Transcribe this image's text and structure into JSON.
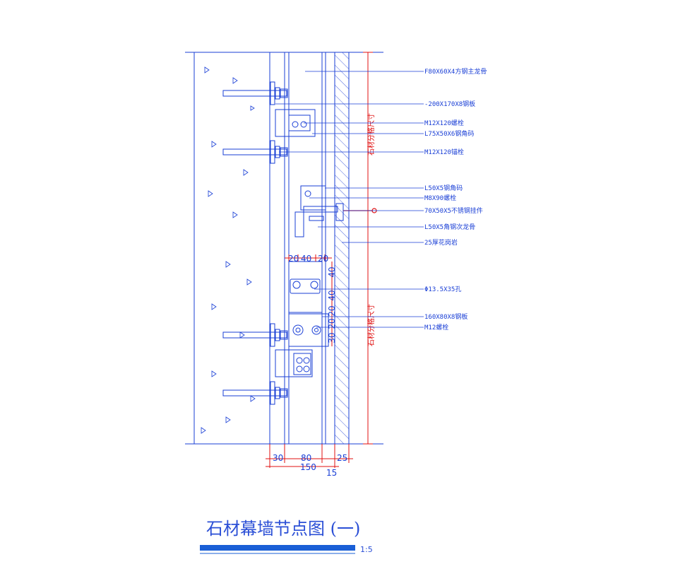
{
  "colors": {
    "line": "#1a3fd6",
    "dimension": "#e01010",
    "title_bar": "#1a5fd6"
  },
  "title": "石材幕墙节点图 (一)",
  "scale": "1:5",
  "callouts": [
    "F80X60X4方钢主龙骨",
    "-200X170X8钢板",
    "M12X120螺栓",
    "L75X50X6钢角码",
    "M12X120锚栓",
    "L50X5钢角码",
    "M8X90螺栓",
    "70X50X5不锈钢挂件",
    "L50X5角钢次龙骨",
    "25厚花岗岩",
    "Φ13.5X35孔",
    "160X80X8钢板",
    "M12螺栓"
  ],
  "vertical_dims": [
    "石材分格尺寸",
    "石材分格尺寸"
  ],
  "bottom_dims": [
    "30",
    "80",
    "25",
    "150",
    "15"
  ],
  "plate_dims_top": [
    "20",
    "40",
    "20"
  ],
  "plate_dims_side": [
    "40",
    "40",
    "20",
    "20",
    "30"
  ]
}
